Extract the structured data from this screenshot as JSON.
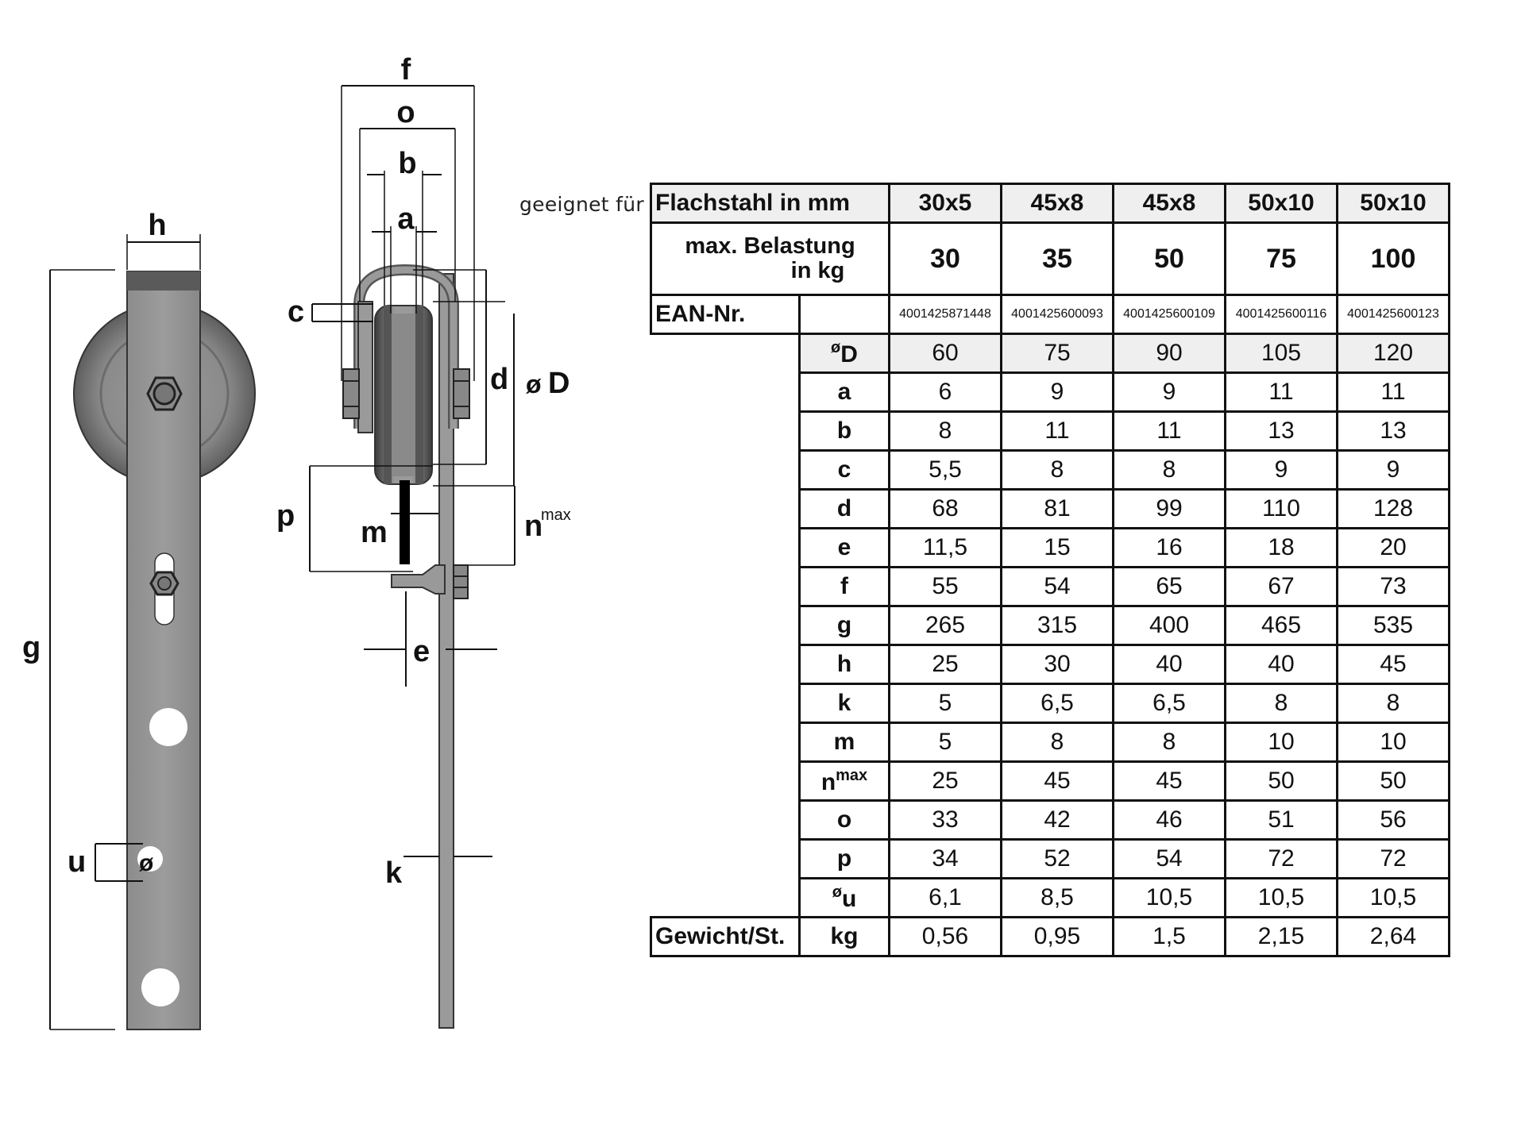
{
  "drawing_labels": {
    "h": "h",
    "g": "g",
    "u": "u",
    "diameter_symbol": "ø",
    "f": "f",
    "o": "o",
    "b": "b",
    "a": "a",
    "c": "c",
    "d": "d",
    "D_prefix": "ø",
    "D": "D",
    "p": "p",
    "m": "m",
    "n": "n",
    "n_sup": "max",
    "e": "e",
    "k": "k"
  },
  "table": {
    "prefix": "geeignet für",
    "header_label": "Flachstahl in mm",
    "columns": [
      "30x5",
      "45x8",
      "45x8",
      "50x10",
      "50x10"
    ],
    "load_label_line1": "max. Belastung",
    "load_label_line2": "in kg",
    "load_values": [
      "30",
      "35",
      "50",
      "75",
      "100"
    ],
    "ean_label": "EAN-Nr.",
    "ean_values": [
      "4001425871448",
      "4001425600093",
      "4001425600109",
      "4001425600116",
      "4001425600123"
    ],
    "rows": [
      {
        "label": "D",
        "sym": "ø",
        "values": [
          "60",
          "75",
          "90",
          "105",
          "120"
        ]
      },
      {
        "label": "a",
        "values": [
          "6",
          "9",
          "9",
          "11",
          "11"
        ]
      },
      {
        "label": "b",
        "values": [
          "8",
          "11",
          "11",
          "13",
          "13"
        ]
      },
      {
        "label": "c",
        "values": [
          "5,5",
          "8",
          "8",
          "9",
          "9"
        ]
      },
      {
        "label": "d",
        "values": [
          "68",
          "81",
          "99",
          "110",
          "128"
        ]
      },
      {
        "label": "e",
        "values": [
          "11,5",
          "15",
          "16",
          "18",
          "20"
        ]
      },
      {
        "label": "f",
        "values": [
          "55",
          "54",
          "65",
          "67",
          "73"
        ]
      },
      {
        "label": "g",
        "values": [
          "265",
          "315",
          "400",
          "465",
          "535"
        ]
      },
      {
        "label": "h",
        "values": [
          "25",
          "30",
          "40",
          "40",
          "45"
        ]
      },
      {
        "label": "k",
        "values": [
          "5",
          "6,5",
          "6,5",
          "8",
          "8"
        ]
      },
      {
        "label": "m",
        "values": [
          "5",
          "8",
          "8",
          "10",
          "10"
        ]
      },
      {
        "label": "n",
        "sup": "max",
        "values": [
          "25",
          "45",
          "45",
          "50",
          "50"
        ]
      },
      {
        "label": "o",
        "values": [
          "33",
          "42",
          "46",
          "51",
          "56"
        ]
      },
      {
        "label": "p",
        "values": [
          "34",
          "52",
          "54",
          "72",
          "72"
        ]
      },
      {
        "label": "u",
        "sym": "ø",
        "values": [
          "6,1",
          "8,5",
          "10,5",
          "10,5",
          "10,5"
        ]
      }
    ],
    "weight_label": "Gewicht/St.",
    "weight_unit": "kg",
    "weight_values": [
      "0,56",
      "0,95",
      "1,5",
      "2,15",
      "2,64"
    ]
  }
}
